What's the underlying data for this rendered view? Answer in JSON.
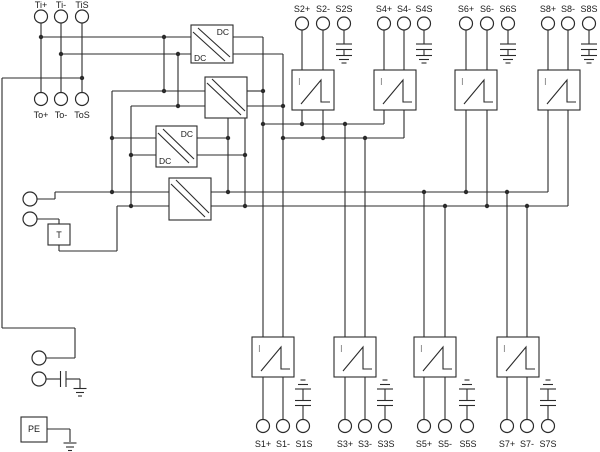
{
  "diagram": {
    "colors": {
      "line": "#2b2b2b",
      "background": "#ffffff",
      "muted": "#8a8a8a"
    },
    "input_terminals": {
      "labels": [
        "Ti+",
        "Ti-",
        "TiS"
      ]
    },
    "output_terminals": {
      "labels": [
        "To+",
        "To-",
        "ToS"
      ]
    },
    "top_channels": [
      {
        "name": "S2",
        "labels": [
          "S2+",
          "S2-",
          "S2S"
        ]
      },
      {
        "name": "S4",
        "labels": [
          "S4+",
          "S4-",
          "S4S"
        ]
      },
      {
        "name": "S6",
        "labels": [
          "S6+",
          "S6-",
          "S6S"
        ]
      },
      {
        "name": "S8",
        "labels": [
          "S8+",
          "S8-",
          "S8S"
        ]
      }
    ],
    "bottom_channels": [
      {
        "name": "S1",
        "labels": [
          "S1+",
          "S1-",
          "S1S"
        ]
      },
      {
        "name": "S3",
        "labels": [
          "S3+",
          "S3-",
          "S3S"
        ]
      },
      {
        "name": "S5",
        "labels": [
          "S5+",
          "S5-",
          "S5S"
        ]
      },
      {
        "name": "S7",
        "labels": [
          "S7+",
          "S7-",
          "S7S"
        ]
      }
    ],
    "converter_label": "DC",
    "amplifier_label": "I",
    "temperature_label": "T",
    "earth_label": "PE"
  }
}
